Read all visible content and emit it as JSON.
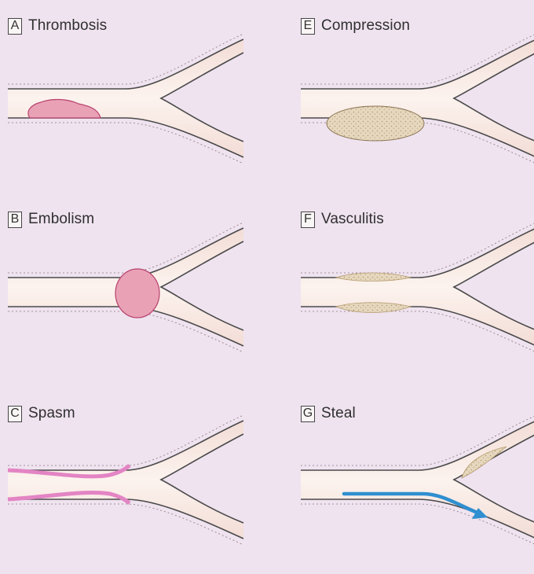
{
  "panels": [
    {
      "letter": "A",
      "title": "Thrombosis"
    },
    {
      "letter": "B",
      "title": "Embolism"
    },
    {
      "letter": "C",
      "title": "Spasm"
    },
    {
      "letter": "E",
      "title": "Compression"
    },
    {
      "letter": "F",
      "title": "Vasculitis"
    },
    {
      "letter": "G",
      "title": "Steal"
    }
  ],
  "colors": {
    "background": "#efe3f0",
    "vessel_fill": "#f8ece6",
    "vessel_wall": "#4a4a4a",
    "thrombus": "#e9a1b6",
    "spasm_wall": "#e384c4",
    "compression_mass": "#e4d7c0",
    "inflammation": "#e8ddb8",
    "flow_arrow": "#2f8fd0"
  }
}
